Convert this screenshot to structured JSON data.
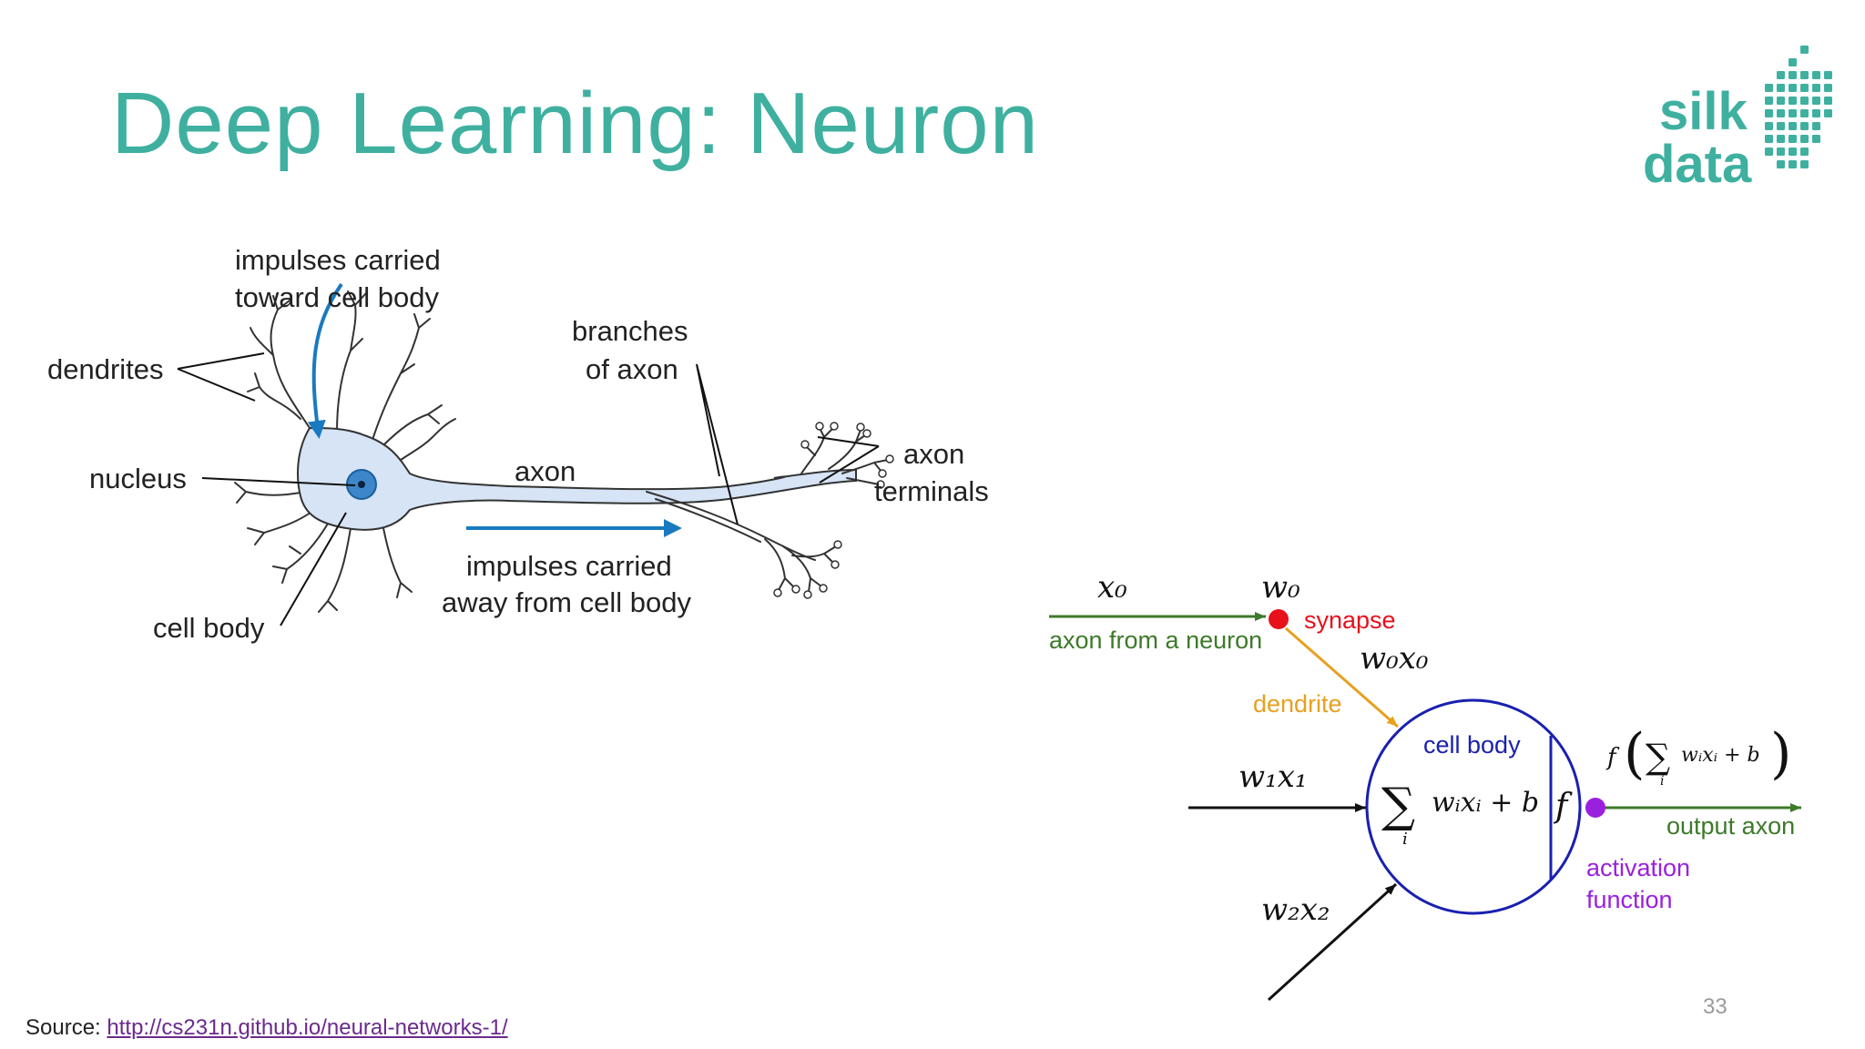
{
  "slide": {
    "title": "Deep Learning: Neuron",
    "page_number": "33",
    "source_prefix": "Source: ",
    "source_link": "http://cs231n.github.io/neural-networks-1/"
  },
  "logo": {
    "line1": "silk",
    "line2": "data",
    "color": "#3fb0a0"
  },
  "bio_neuron": {
    "labels": {
      "impulses_toward_1": "impulses carried",
      "impulses_toward_2": "toward cell body",
      "dendrites": "dendrites",
      "nucleus": "nucleus",
      "cell_body": "cell body",
      "axon": "axon",
      "branches_1": "branches",
      "branches_2": "of axon",
      "terminals_1": "axon",
      "terminals_2": "terminals",
      "impulses_away_1": "impulses carried",
      "impulses_away_2": "away from cell body"
    }
  },
  "math_neuron": {
    "x0": "x₀",
    "w0": "w₀",
    "synapse": "synapse",
    "axon_from": "axon from a neuron",
    "w0x0": "w₀x₀",
    "dendrite": "dendrite",
    "cell_body": "cell body",
    "w1x1": "w₁x₁",
    "w2x2": "w₂x₂",
    "sum_expr": "wᵢxᵢ + b",
    "sum_index": "i",
    "f": "f",
    "output_expr": "wᵢxᵢ + b",
    "output_axon": "output axon",
    "activation_1": "activation",
    "activation_2": "function"
  },
  "colors": {
    "teal": "#3fb0a0",
    "green": "#3d7a2a",
    "red": "#e8101a",
    "orange": "#e8a020",
    "blue": "#1a20b0",
    "purple": "#9a20e0",
    "arrow_blue": "#1a7abf",
    "neuron_fill": "#d6e4f6"
  }
}
